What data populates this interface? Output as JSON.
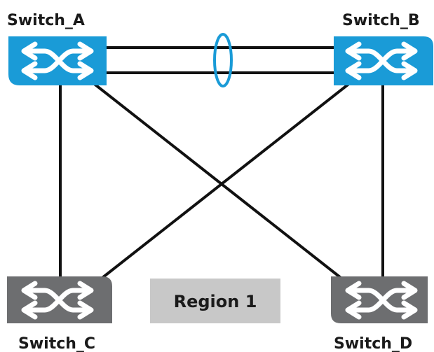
{
  "switches": {
    "a": {
      "label": "Switch_A",
      "color": "#1a9bd7"
    },
    "b": {
      "label": "Switch_B",
      "color": "#1a9bd7"
    },
    "c": {
      "label": "Switch_C",
      "color": "#6d6e70"
    },
    "d": {
      "label": "Switch_D",
      "color": "#6d6e70"
    }
  },
  "region": {
    "label": "Region 1",
    "color": "#c8c8c8"
  },
  "aggregation_marker_color": "#1a9bd7",
  "links": [
    {
      "from": "Switch_A",
      "to": "Switch_B",
      "count": 2,
      "aggregated": true
    },
    {
      "from": "Switch_A",
      "to": "Switch_C"
    },
    {
      "from": "Switch_A",
      "to": "Switch_D"
    },
    {
      "from": "Switch_B",
      "to": "Switch_C"
    },
    {
      "from": "Switch_B",
      "to": "Switch_D"
    }
  ]
}
